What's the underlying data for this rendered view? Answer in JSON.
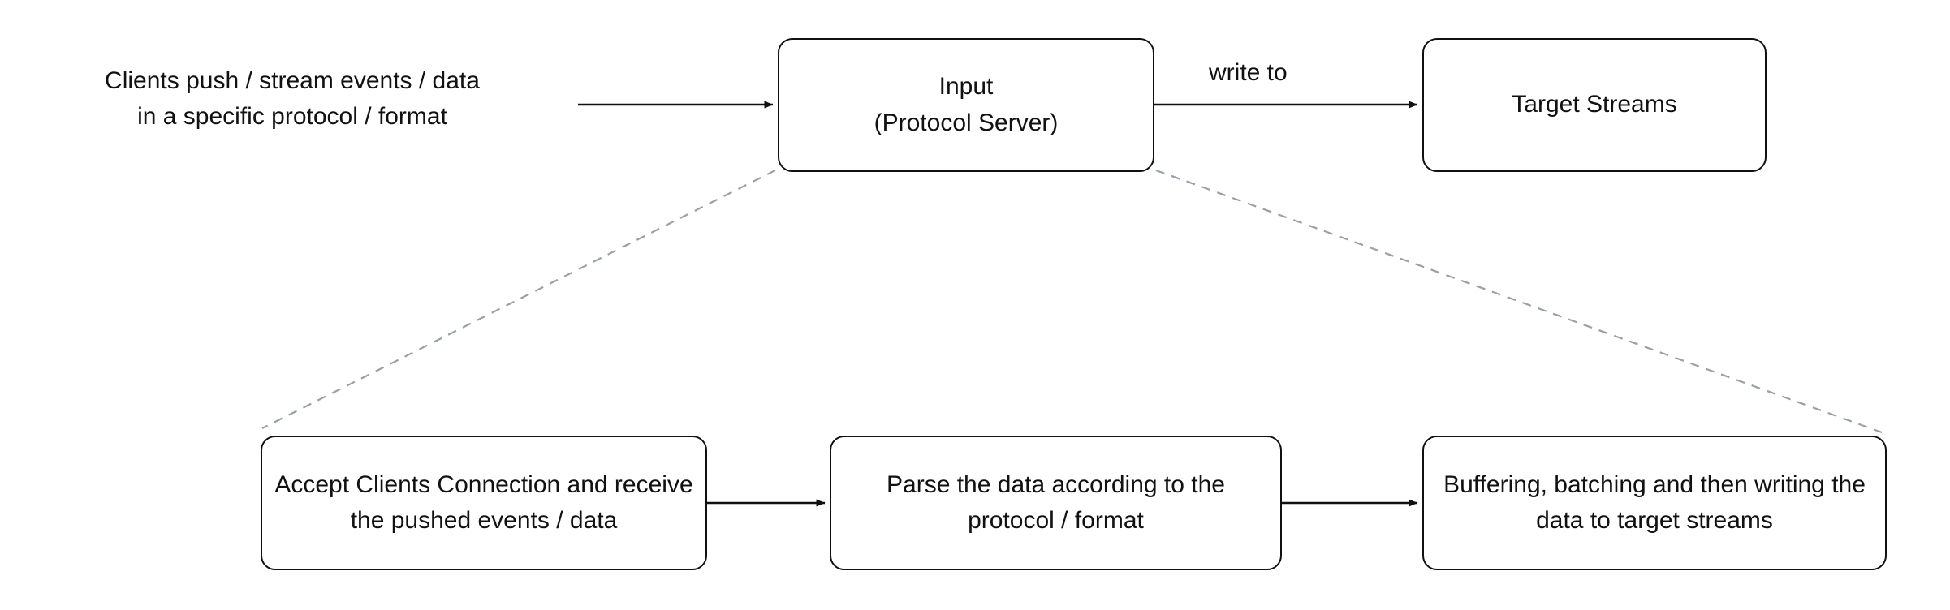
{
  "diagram": {
    "type": "flowchart",
    "background_color": "#ffffff",
    "stroke_color": "#111111",
    "dashed_stroke_color": "#9aa0a6",
    "nodes": [
      {
        "id": "input",
        "label": "Input\n(Protocol Server)",
        "line1": "Input",
        "line2": "(Protocol Server)",
        "shape": "rounded-rectangle"
      },
      {
        "id": "target-streams",
        "label": "Target Streams",
        "shape": "rounded-rectangle"
      },
      {
        "id": "accept-connection",
        "label": "Accept Clients Connection and receive the pushed events / data",
        "shape": "rounded-rectangle"
      },
      {
        "id": "parse-data",
        "label": "Parse the data according to the protocol / format",
        "shape": "rounded-rectangle"
      },
      {
        "id": "buffer-write",
        "label": "Buffering, batching and then writing the data to target streams",
        "shape": "rounded-rectangle"
      }
    ],
    "free_text": {
      "clients_push": "Clients push / stream events / data\nin a specific protocol / format"
    },
    "edges": [
      {
        "id": "clients-to-input",
        "from": "clients-push-label",
        "to": "input",
        "style": "solid",
        "arrow": true,
        "label": ""
      },
      {
        "id": "input-to-target",
        "from": "input",
        "to": "target-streams",
        "style": "solid",
        "arrow": true,
        "label": "write to"
      },
      {
        "id": "input-expand-left",
        "from": "input",
        "to": "accept-connection",
        "style": "dashed",
        "arrow": false,
        "label": ""
      },
      {
        "id": "input-expand-right",
        "from": "input",
        "to": "buffer-write",
        "style": "dashed",
        "arrow": false,
        "label": ""
      },
      {
        "id": "accept-to-parse",
        "from": "accept-connection",
        "to": "parse-data",
        "style": "solid",
        "arrow": true,
        "label": ""
      },
      {
        "id": "parse-to-buffer",
        "from": "parse-data",
        "to": "buffer-write",
        "style": "solid",
        "arrow": true,
        "label": ""
      }
    ]
  }
}
